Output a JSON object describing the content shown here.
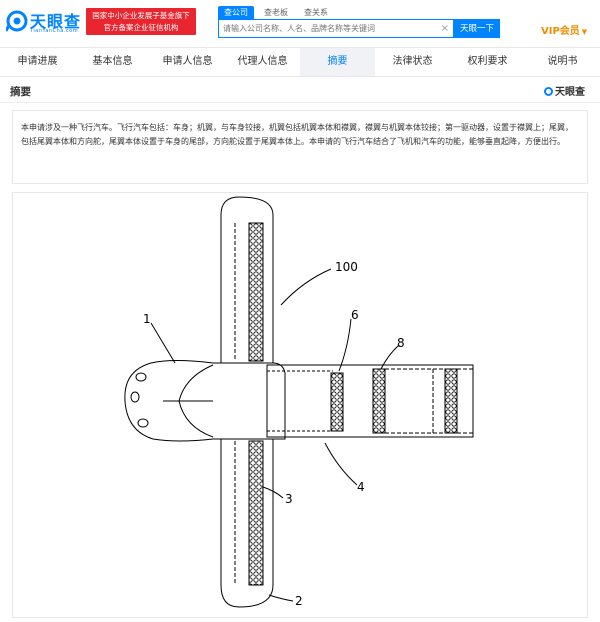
{
  "header": {
    "logo_text": "天眼查",
    "logo_sub": "TianYanCha.com",
    "slogan_line1": "国家中小企业发展子基金旗下",
    "slogan_line2": "官方备案企业征信机构",
    "search_tabs": [
      "查公司",
      "查老板",
      "查关系"
    ],
    "search_placeholder": "请输入公司名称、人名、品牌名称等关键词",
    "search_clear": "×",
    "search_button": "天眼一下",
    "vip_label": "VIP会员"
  },
  "nav": {
    "tabs": [
      "申请进展",
      "基本信息",
      "申请人信息",
      "代理人信息",
      "摘要",
      "法律状态",
      "权利要求",
      "说明书"
    ],
    "active_index": 4
  },
  "abstract": {
    "title": "摘要",
    "watermark": "天眼查",
    "text": "本申请涉及一种飞行汽车。飞行汽车包括：车身；机翼，与车身铰接，机翼包括机翼本体和襟翼，襟翼与机翼本体铰接；第一驱动器，设置于襟翼上；尾翼，包括尾翼本体和方向舵，尾翼本体设置于车身的尾部，方向舵设置于尾翼本体上。本申请的飞行汽车结合了飞机和汽车的功能，能够垂直起降，方便出行。"
  },
  "drawing": {
    "labels": {
      "l100": "100",
      "l1": "1",
      "l6": "6",
      "l8": "8",
      "l3": "3",
      "l4": "4",
      "l2": "2"
    }
  },
  "colors": {
    "brand_blue": "#0084ff",
    "slogan_red": "#e9262f",
    "vip_orange": "#f08c00",
    "active_tab_bg": "#f0f2f5"
  }
}
